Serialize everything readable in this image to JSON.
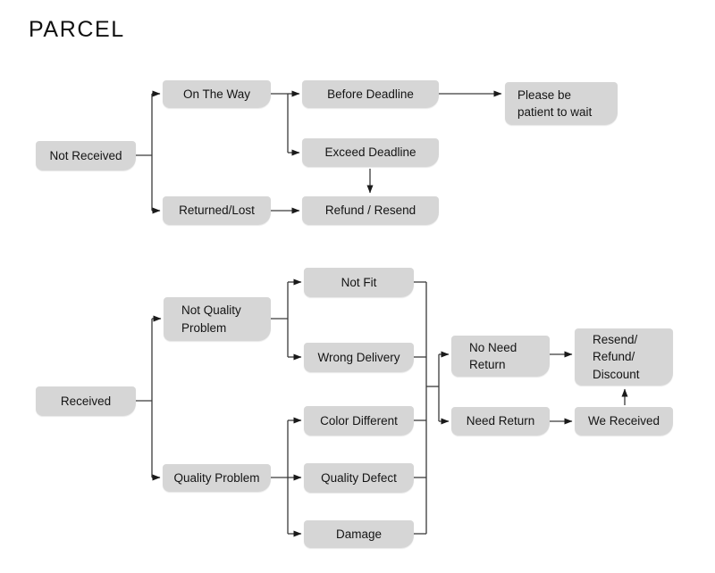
{
  "title": "PARCEL",
  "colors": {
    "canvas_bg": "#ffffff",
    "box_fill": "#d6d6d6",
    "line_color": "#3a3a3a",
    "arrow_color": "#1a1a1a",
    "text_color": "#141414",
    "title_color": "#111111"
  },
  "nodes": {
    "not_received": "Not Received",
    "on_the_way": "On The Way",
    "returned_lost": "Returned/Lost",
    "before_deadline": "Before Deadline",
    "exceed_deadline": "Exceed Deadline",
    "refund_resend": "Refund / Resend",
    "please_wait": "Please be\npatient to wait",
    "received": "Received",
    "not_quality_problem": "Not Quality\nProblem",
    "quality_problem": "Quality Problem",
    "not_fit": "Not Fit",
    "wrong_delivery": "Wrong Delivery",
    "color_different": "Color Different",
    "quality_defect": "Quality Defect",
    "damage": "Damage",
    "no_need_return": "No Need\nReturn",
    "need_return": "Need Return",
    "resend_refund_discount": "Resend/\nRefund/\nDiscount",
    "we_received": "We Received"
  }
}
